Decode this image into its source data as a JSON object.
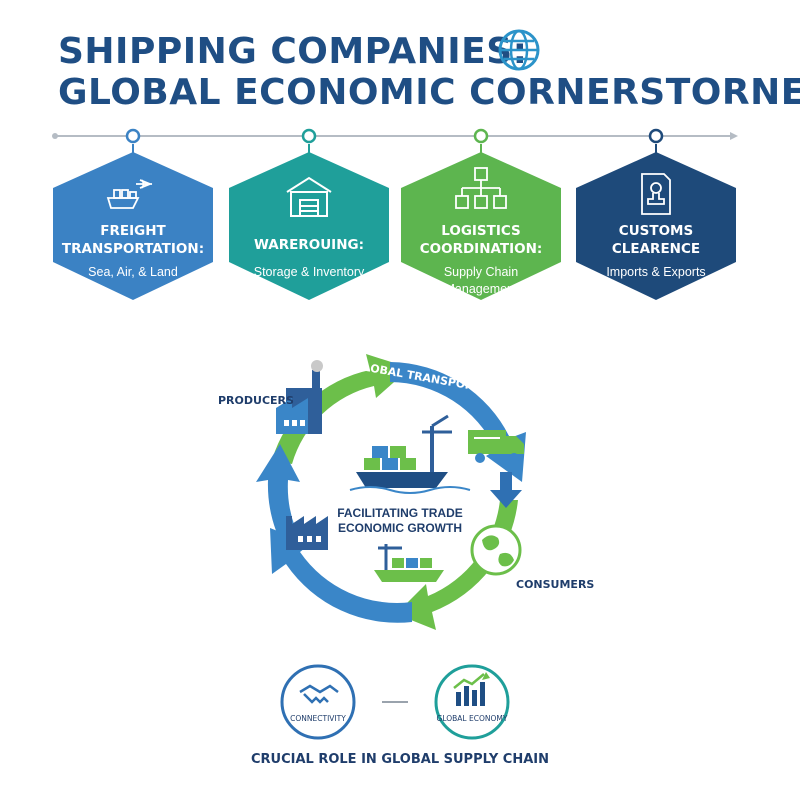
{
  "header": {
    "title_line1": "SHIPPING COMPANIES:",
    "title_line2": "GLOBAL ECONOMIC CORNERSTORNE"
  },
  "services": [
    {
      "title_line1": "FREIGHT",
      "title_line2": "TRANSPORTATION:",
      "subtitle_line1": "Sea, Air, & Land",
      "subtitle_line2": "",
      "color": "#3b82c4",
      "icon": "ship-plane-icon"
    },
    {
      "title_line1": "WAREROUING:",
      "title_line2": "",
      "subtitle_line1": "Storage & Inventory",
      "subtitle_line2": "",
      "color": "#1f9f9a",
      "icon": "warehouse-icon"
    },
    {
      "title_line1": "LOGISTICS",
      "title_line2": "COORDINATION:",
      "subtitle_line1": "Supply Chain",
      "subtitle_line2": "Management",
      "color": "#5db54f",
      "icon": "network-boxes-icon"
    },
    {
      "title_line1": "CUSTOMS",
      "title_line2": "CLEARENCE",
      "subtitle_line1": "Imports & Exports",
      "subtitle_line2": "",
      "color": "#1e4a7a",
      "icon": "stamp-document-icon"
    }
  ],
  "cycle": {
    "producers_label": "PRODUCERS",
    "transport_label": "GLOBAL TRANSPORT",
    "consumers_label": "CONSUMERS",
    "center_line1": "FACILITATING TRADE",
    "center_line2": "ECONOMIC GROWTH"
  },
  "footer": {
    "connectivity_label": "CONNECTIVITY",
    "economy_label": "GLOBAL ECONOMY",
    "caption": "CRUCIAL ROLE IN GLOBAL SUPPLY CHAIN"
  },
  "colors": {
    "navy": "#1f4e84",
    "blue": "#3b82c4",
    "teal": "#1f9f9a",
    "green": "#5db54f",
    "dark_blue": "#1e4a7a"
  }
}
